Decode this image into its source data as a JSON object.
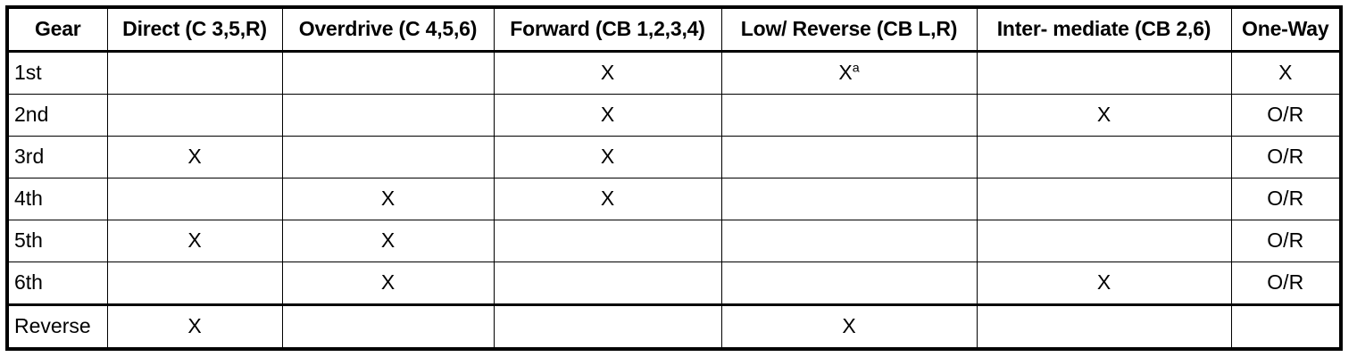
{
  "table": {
    "columns": [
      {
        "key": "gear",
        "label": "Gear"
      },
      {
        "key": "direct",
        "label": "Direct (C 3,5,R)"
      },
      {
        "key": "overdrive",
        "label": "Overdrive (C 4,5,6)"
      },
      {
        "key": "forward",
        "label": "Forward (CB 1,2,3,4)"
      },
      {
        "key": "lowrev",
        "label": "Low/ Reverse (CB L,R)"
      },
      {
        "key": "inter",
        "label": "Inter- mediate (CB 2,6)"
      },
      {
        "key": "oneway",
        "label": "One-Way"
      }
    ],
    "rows": [
      {
        "gear": "1st",
        "direct": "",
        "overdrive": "",
        "forward": "X",
        "lowrev": "X",
        "lowrev_note": "a",
        "inter": "",
        "oneway": "X"
      },
      {
        "gear": "2nd",
        "direct": "",
        "overdrive": "",
        "forward": "X",
        "lowrev": "",
        "lowrev_note": "",
        "inter": "X",
        "oneway": "O/R"
      },
      {
        "gear": "3rd",
        "direct": "X",
        "overdrive": "",
        "forward": "X",
        "lowrev": "",
        "lowrev_note": "",
        "inter": "",
        "oneway": "O/R"
      },
      {
        "gear": "4th",
        "direct": "",
        "overdrive": "X",
        "forward": "X",
        "lowrev": "",
        "lowrev_note": "",
        "inter": "",
        "oneway": "O/R"
      },
      {
        "gear": "5th",
        "direct": "X",
        "overdrive": "X",
        "forward": "",
        "lowrev": "",
        "lowrev_note": "",
        "inter": "",
        "oneway": "O/R"
      },
      {
        "gear": "6th",
        "direct": "",
        "overdrive": "X",
        "forward": "",
        "lowrev": "",
        "lowrev_note": "",
        "inter": "X",
        "oneway": "O/R"
      },
      {
        "gear": "Reverse",
        "direct": "X",
        "overdrive": "",
        "forward": "",
        "lowrev": "X",
        "lowrev_note": "",
        "inter": "",
        "oneway": ""
      }
    ]
  },
  "colors": {
    "border": "#000000",
    "text": "#000000",
    "background": "#ffffff"
  }
}
